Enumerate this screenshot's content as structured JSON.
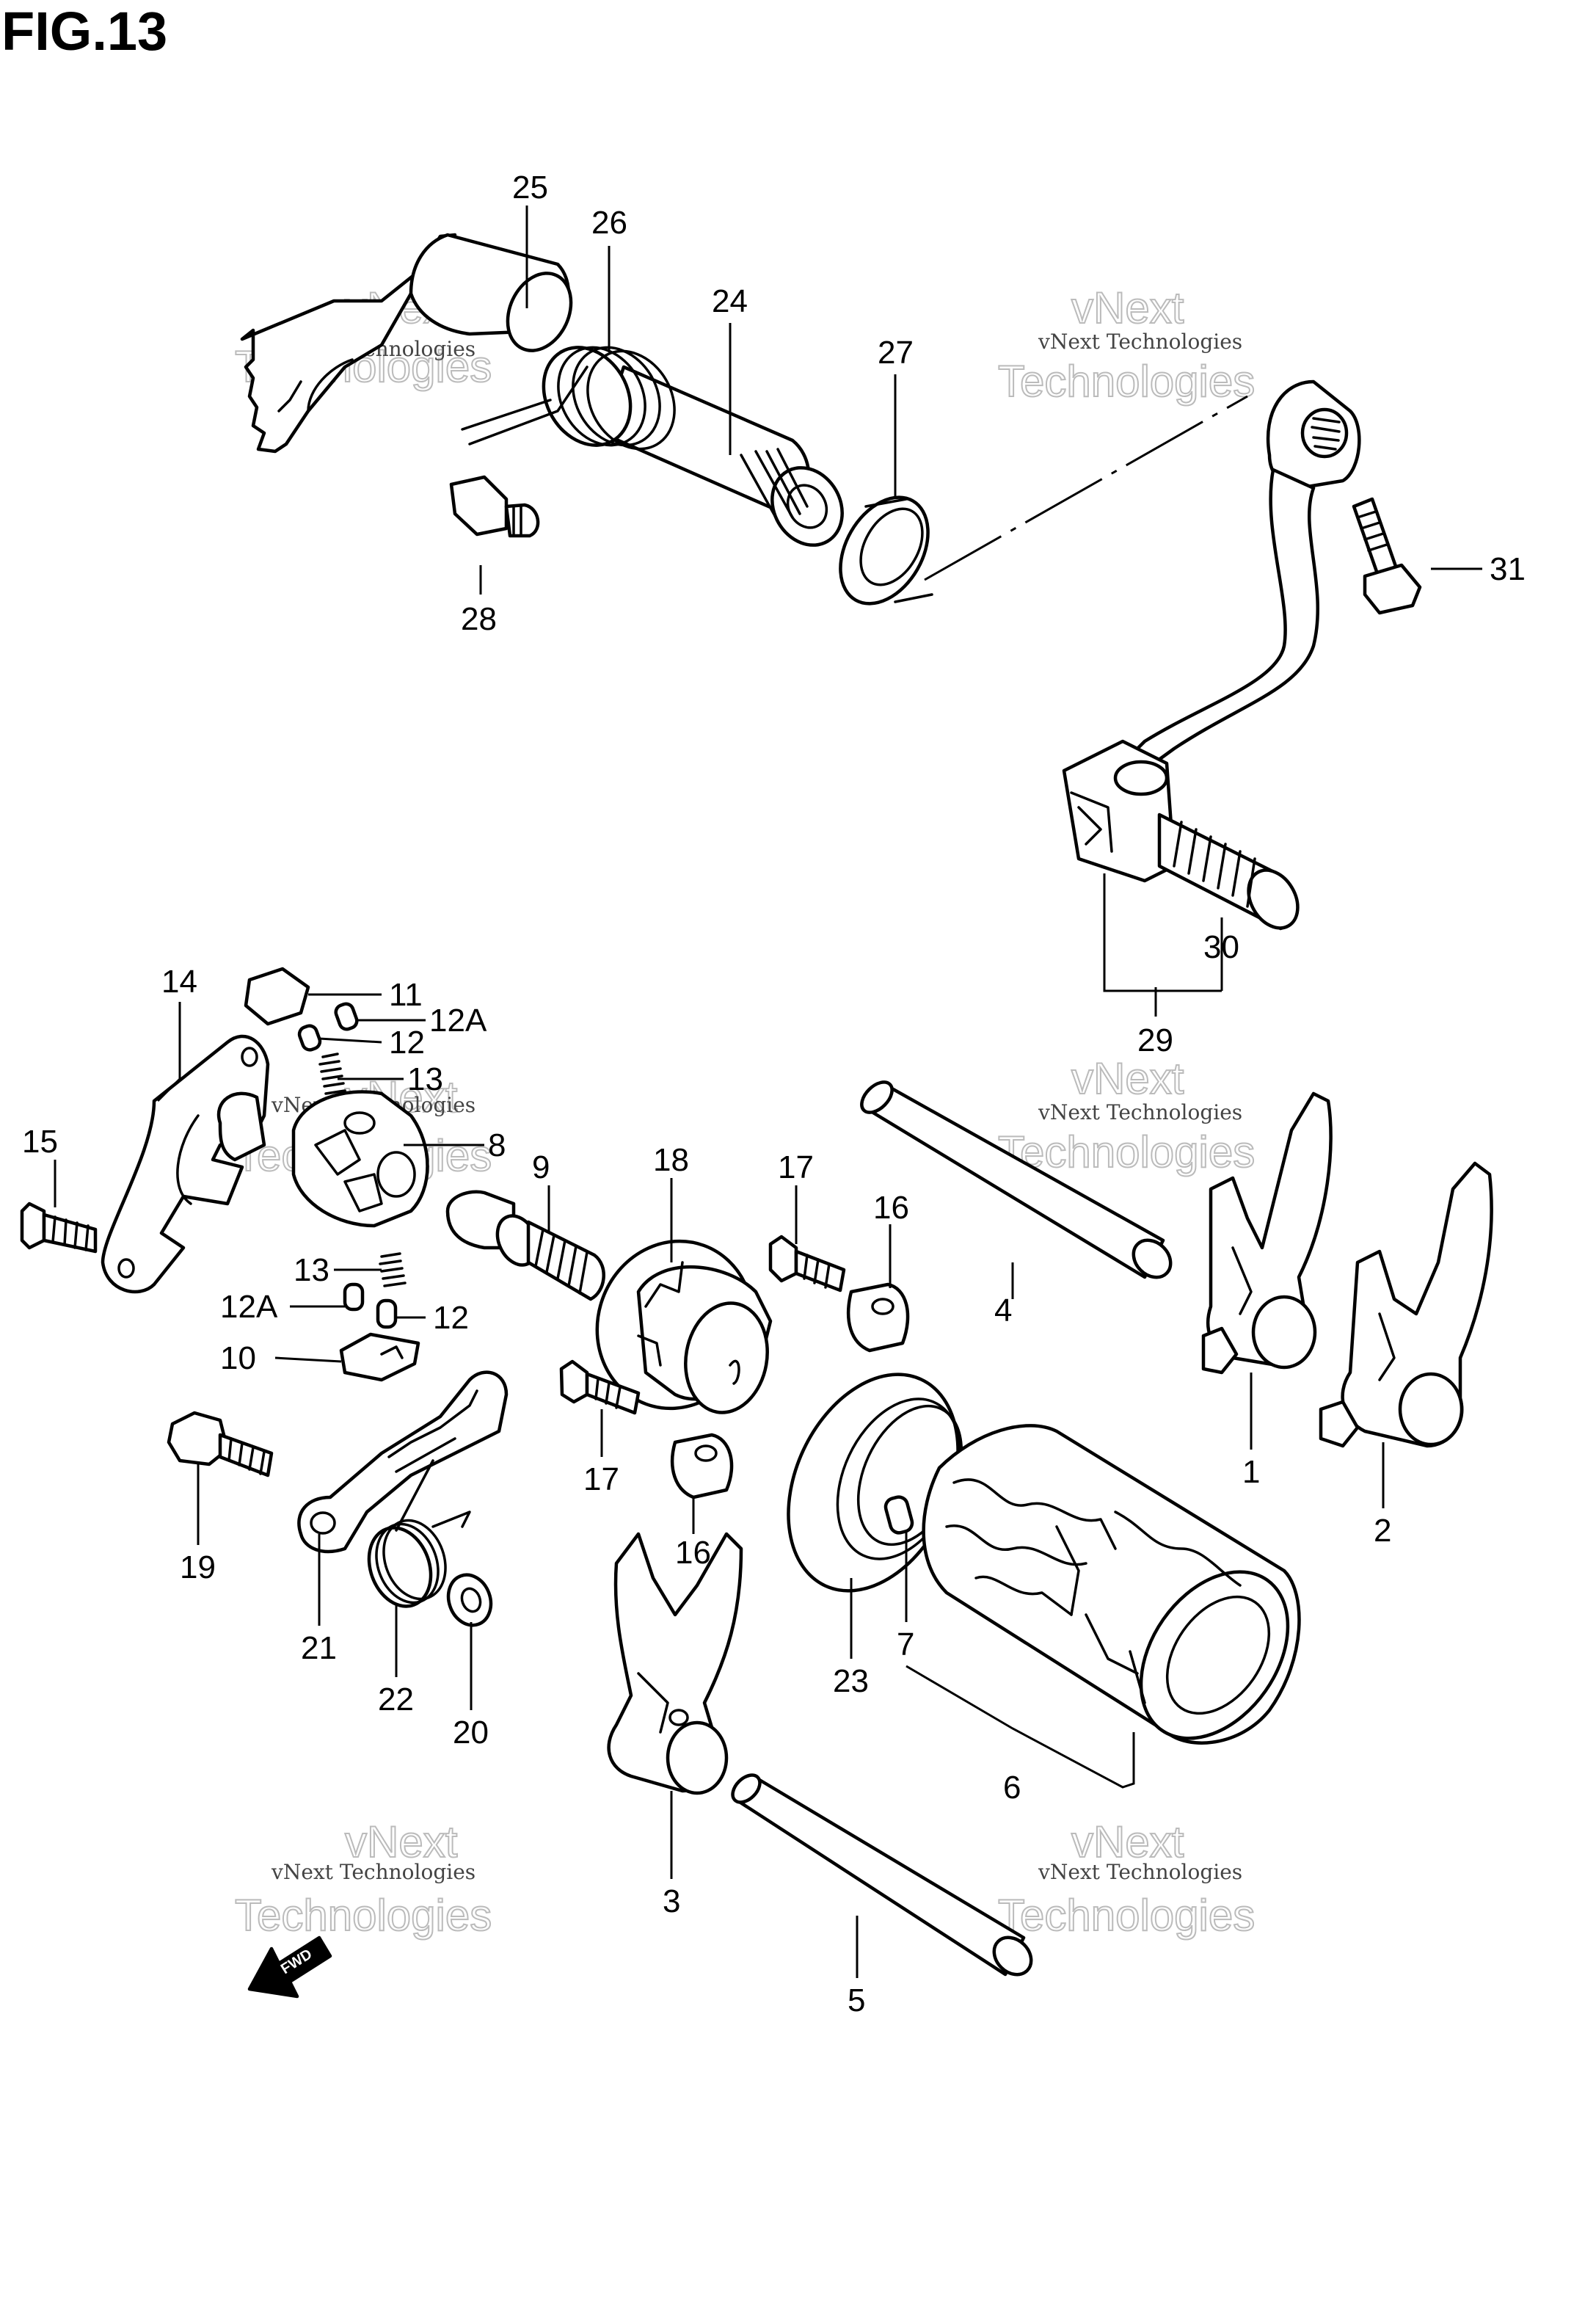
{
  "figure": {
    "title": "FIG.13"
  },
  "watermark": {
    "line1": "vNext Technologies",
    "line2": "vNext",
    "line3": "Technologies"
  },
  "arrow": {
    "label": "FWD"
  },
  "callouts": {
    "c1": "1",
    "c2": "2",
    "c3": "3",
    "c4": "4",
    "c5": "5",
    "c6": "6",
    "c7": "7",
    "c8": "8",
    "c9": "9",
    "c10": "10",
    "c11": "11",
    "c12a": "12",
    "c12b": "12",
    "c12Aa": "12A",
    "c12Ab": "12A",
    "c13a": "13",
    "c13b": "13",
    "c14": "14",
    "c15": "15",
    "c16a": "16",
    "c16b": "16",
    "c17a": "17",
    "c17b": "17",
    "c18": "18",
    "c19": "19",
    "c20": "20",
    "c21": "21",
    "c22": "22",
    "c23": "23",
    "c24": "24",
    "c25": "25",
    "c26": "26",
    "c27": "27",
    "c28": "28",
    "c29": "29",
    "c30": "30",
    "c31": "31"
  }
}
